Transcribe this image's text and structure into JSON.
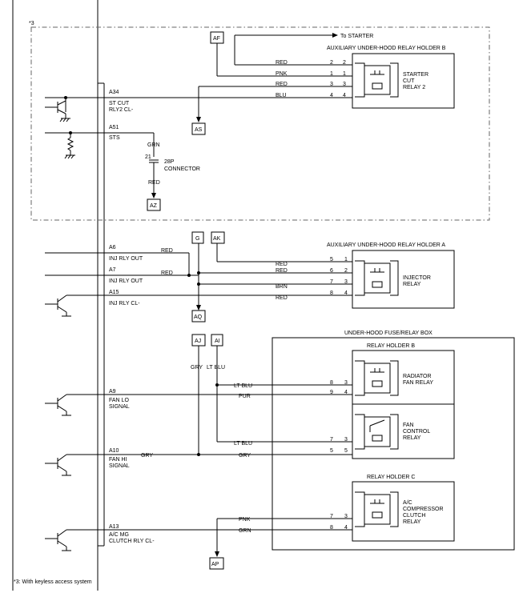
{
  "ecm": {
    "note_ref": "*3",
    "pins": {
      "a34": {
        "id": "A34",
        "name_1": "ST CUT",
        "name_2": "RLY2 CL-"
      },
      "a51": {
        "id": "A51",
        "name_1": "STS"
      },
      "a6": {
        "id": "A6",
        "name_1": "INJ RLY OUT"
      },
      "a7": {
        "id": "A7",
        "name_1": "INJ RLY OUT"
      },
      "a15": {
        "id": "A15",
        "name_1": "INJ RLY CL-"
      },
      "a9": {
        "id": "A9",
        "name_1": "FAN LO",
        "name_2": "SIGNAL"
      },
      "a10": {
        "id": "A10",
        "name_1": "FAN HI",
        "name_2": "SIGNAL"
      },
      "a13": {
        "id": "A13",
        "name_1": "A/C MG",
        "name_2": "CLUTCH RLY CL-"
      }
    }
  },
  "footnote": "*3: With keyless access system",
  "to_starter": "To STARTER",
  "connector": {
    "pin": "21",
    "name_1": "28P",
    "name_2": "CONNECTOR"
  },
  "links": {
    "af": "AF",
    "as": "AS",
    "az": "AZ",
    "g": "G",
    "ak": "AK",
    "aq": "AQ",
    "aj": "AJ",
    "ai": "AI",
    "ap": "AP"
  },
  "wires": {
    "red": "RED",
    "pnk": "PNK",
    "blu": "BLU",
    "grn": "GRN",
    "brn": "BRN",
    "ltblu": "LT BLU",
    "pur": "PUR",
    "gry": "GRY"
  },
  "relay_holder_b": {
    "title": "AUXILIARY UNDER-HOOD RELAY HOLDER B",
    "relay_1": "STARTER",
    "relay_2": "CUT",
    "relay_3": "RELAY 2",
    "pins": [
      [
        "2",
        "2"
      ],
      [
        "1",
        "1"
      ],
      [
        "3",
        "3"
      ],
      [
        "4",
        "4"
      ]
    ]
  },
  "relay_holder_a": {
    "title": "AUXILIARY UNDER-HOOD RELAY HOLDER A",
    "relay_1": "INJECTOR",
    "relay_2": "RELAY",
    "pins": [
      [
        "5",
        "1"
      ],
      [
        "6",
        "2"
      ],
      [
        "7",
        "3"
      ],
      [
        "8",
        "4"
      ]
    ]
  },
  "fuse_box": {
    "title": "UNDER-HOOD FUSE/RELAY BOX",
    "holder_b": "RELAY HOLDER B",
    "holder_c": "RELAY HOLDER C",
    "radiator_1": "RADIATOR",
    "radiator_2": "FAN RELAY",
    "fan_ctrl_1": "FAN",
    "fan_ctrl_2": "CONTROL",
    "fan_ctrl_3": "RELAY",
    "ac_1": "A/C",
    "ac_2": "COMPRESSOR",
    "ac_3": "CLUTCH",
    "ac_4": "RELAY",
    "radiator_pins": [
      [
        "8",
        "3"
      ],
      [
        "9",
        "4"
      ]
    ],
    "fan_ctrl_pins": [
      [
        "7",
        "3"
      ],
      [
        "5",
        "5"
      ]
    ],
    "ac_pins": [
      [
        "7",
        "3"
      ],
      [
        "8",
        "4"
      ]
    ]
  }
}
